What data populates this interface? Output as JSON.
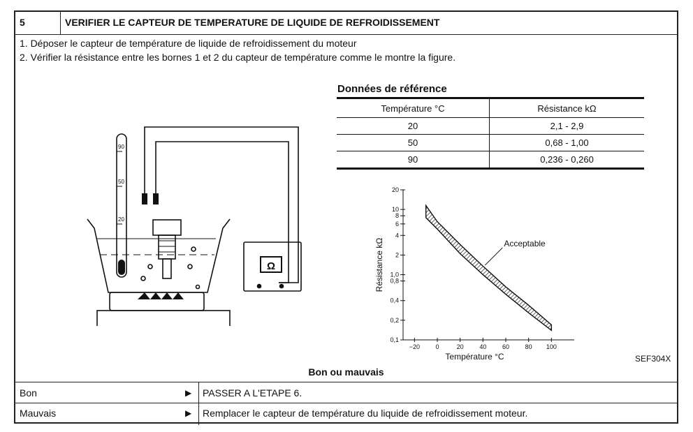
{
  "step": {
    "number": "5",
    "title": "VERIFIER LE CAPTEUR DE TEMPERATURE DE LIQUIDE DE REFROIDISSEMENT"
  },
  "instructions": [
    "1. Déposer le capteur de température de liquide de refroidissement du moteur",
    "2. Vérifier la résistance entre les bornes 1 et 2 du capteur de température comme le montre la figure."
  ],
  "illustration": {
    "thermometer_marks": [
      "90",
      "50",
      "20"
    ],
    "meter_symbol": "Ω"
  },
  "reference": {
    "title": "Données de référence",
    "headers": [
      "Température °C",
      "Résistance kΩ"
    ],
    "rows": [
      [
        "20",
        "2,1 - 2,9"
      ],
      [
        "50",
        "0,68 - 1,00"
      ],
      [
        "90",
        "0,236 - 0,260"
      ]
    ]
  },
  "chart_data": {
    "type": "area",
    "xlabel": "Température °C",
    "ylabel": "Résistance kΩ",
    "x_ticks": [
      "−20",
      "0",
      "20",
      "40",
      "60",
      "80",
      "100"
    ],
    "y_ticks": [
      "20",
      "10",
      "8",
      "6",
      "4",
      "2",
      "1,0",
      "0,8",
      "0,4",
      "0,2",
      "0,1"
    ],
    "y_scale": "log",
    "xlim": [
      -30,
      120
    ],
    "ylim": [
      0.1,
      20
    ],
    "annotation": "Acceptable",
    "series": [
      {
        "x": [
          -10,
          0,
          20,
          40,
          60,
          80,
          100
        ],
        "low": [
          7.5,
          5.0,
          2.1,
          1.0,
          0.5,
          0.26,
          0.14
        ],
        "high": [
          11.5,
          6.5,
          2.9,
          1.35,
          0.65,
          0.34,
          0.17
        ]
      }
    ]
  },
  "figure_code": "SEF304X",
  "verdict_title": "Bon ou mauvais",
  "results": [
    {
      "label": "Bon",
      "arrow": "▶",
      "action": "PASSER A L'ETAPE 6."
    },
    {
      "label": "Mauvais",
      "arrow": "▶",
      "action": "Remplacer le capteur de température du liquide de refroidissement moteur."
    }
  ]
}
